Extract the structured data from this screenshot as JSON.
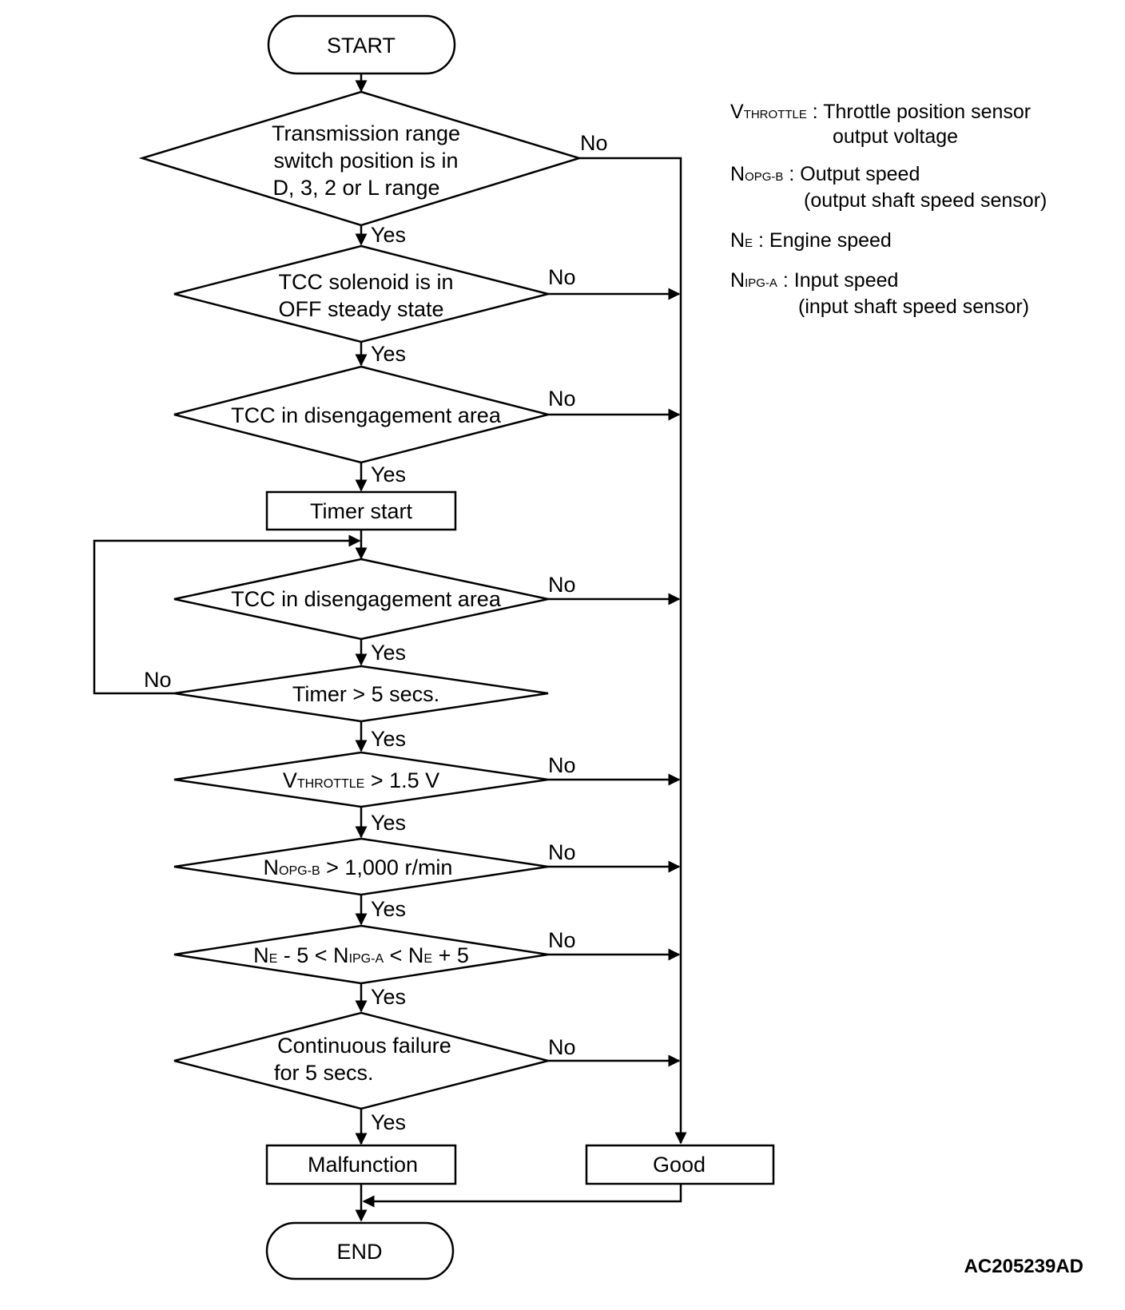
{
  "flowchart": {
    "start": "START",
    "end": "END",
    "yes": "Yes",
    "no": "No",
    "decisions": [
      {
        "id": "d1",
        "lines": [
          "Transmission range",
          "switch position is in",
          "D, 3, 2 or L range"
        ]
      },
      {
        "id": "d2",
        "lines": [
          "TCC solenoid is in",
          "OFF steady state"
        ]
      },
      {
        "id": "d3",
        "lines": [
          "TCC in disengagement area"
        ]
      },
      {
        "id": "d4",
        "lines": [
          "TCC in disengagement area"
        ]
      },
      {
        "id": "d5",
        "lines": [
          "Timer > 5 secs."
        ]
      },
      {
        "id": "d6",
        "parts": [
          [
            "V",
            ""
          ],
          [
            "THROTTLE",
            "sub"
          ],
          [
            " > 1.5 V",
            ""
          ]
        ]
      },
      {
        "id": "d7",
        "parts": [
          [
            "N",
            ""
          ],
          [
            "OPG-B",
            "sub"
          ],
          [
            " > 1,000 r/min",
            ""
          ]
        ]
      },
      {
        "id": "d8",
        "parts": [
          [
            "N",
            ""
          ],
          [
            "E",
            "sub"
          ],
          [
            " - 5 < N",
            ""
          ],
          [
            "IPG-A",
            "sub"
          ],
          [
            " < N",
            ""
          ],
          [
            "E",
            "sub"
          ],
          [
            " + 5",
            ""
          ]
        ]
      },
      {
        "id": "d9",
        "lines": [
          "Continuous failure",
          "for 5 secs."
        ]
      }
    ],
    "process": {
      "timer_start": "Timer start",
      "malfunction": "Malfunction",
      "good": "Good"
    }
  },
  "legend": [
    {
      "symbol": "V",
      "sub": "THROTTLE",
      "lines": [
        "Throttle position sensor",
        "output voltage"
      ]
    },
    {
      "symbol": "N",
      "sub": "OPG-B",
      "lines": [
        "Output speed",
        "(output shaft speed sensor)"
      ]
    },
    {
      "symbol": "N",
      "sub": "E",
      "lines": [
        "Engine speed"
      ]
    },
    {
      "symbol": "N",
      "sub": "IPG-A",
      "lines": [
        "Input speed",
        "(input shaft speed sensor)"
      ]
    }
  ],
  "figure_code": "AC205239AD"
}
